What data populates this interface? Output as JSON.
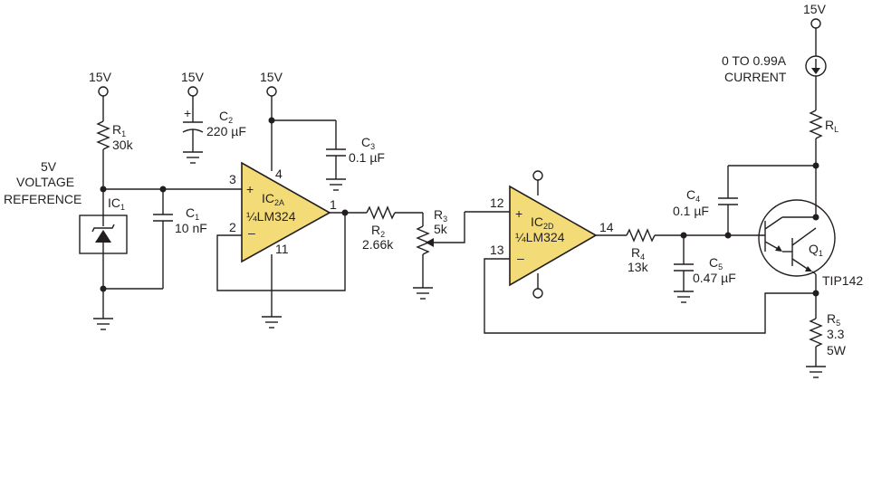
{
  "supply": {
    "r1": "15V",
    "c2": "15V",
    "ic2a": "15V",
    "rl": "15V"
  },
  "reference": {
    "line1": "5V",
    "line2": "VOLTAGE",
    "line3": "REFERENCE"
  },
  "r1": {
    "ref": "R",
    "sub": "1",
    "value": "30k"
  },
  "ic1": {
    "ref": "IC",
    "sub": "1"
  },
  "c1": {
    "ref": "C",
    "sub": "1",
    "value": "10 nF"
  },
  "c2": {
    "ref": "C",
    "sub": "2",
    "value": "220 µF",
    "polarity": "+"
  },
  "c3": {
    "ref": "C",
    "sub": "3",
    "value": "0.1 µF"
  },
  "ic2a": {
    "ref": "IC",
    "sub": "2A",
    "part": "¼LM324",
    "pin_noninv": "3",
    "pin_inv": "2",
    "pin_vcc": "4",
    "pin_gnd": "11",
    "pin_out": "1",
    "plus": "+",
    "minus": "–"
  },
  "r2": {
    "ref": "R",
    "sub": "2",
    "value": "2.66k"
  },
  "r3": {
    "ref": "R",
    "sub": "3",
    "value": "5k"
  },
  "ic2d": {
    "ref": "IC",
    "sub": "2D",
    "part": "¼LM324",
    "pin_noninv": "12",
    "pin_inv": "13",
    "pin_out": "14",
    "plus": "+",
    "minus": "–"
  },
  "r4": {
    "ref": "R",
    "sub": "4",
    "value": "13k"
  },
  "c4": {
    "ref": "C",
    "sub": "4",
    "value": "0.1 µF"
  },
  "c5": {
    "ref": "C",
    "sub": "5",
    "value": "0.47 µF"
  },
  "q1": {
    "ref": "Q",
    "sub": "1",
    "part": "TIP142"
  },
  "rl": {
    "ref": "R",
    "sub": "L"
  },
  "r5": {
    "ref": "R",
    "sub": "5",
    "value1": "3.3",
    "value2": "5W"
  },
  "current_source": {
    "line1": "0 TO 0.99A",
    "line2": "CURRENT"
  },
  "colors": {
    "opamp_fill": "#f3dc77",
    "ink": "#231f20",
    "background": "#ffffff"
  }
}
